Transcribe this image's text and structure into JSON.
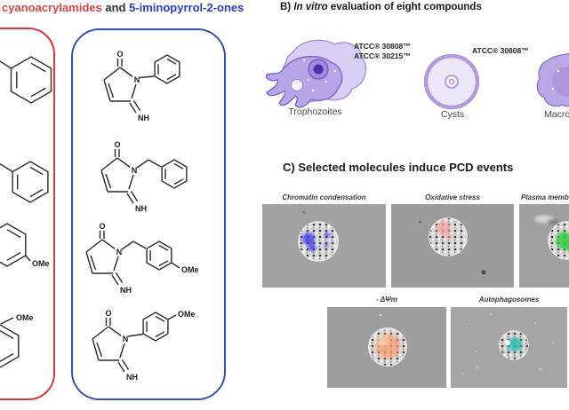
{
  "colors": {
    "red_accent": "#d93a36",
    "blue_accent": "#3452b4",
    "title_red": "#e04343",
    "title_blue": "#2a3bd0",
    "cell_purple": "#b7a5e6",
    "panel_gray": "#9f9f9f"
  },
  "title_a": {
    "red_part": "cyanoacrylamides",
    "mid_part": " and ",
    "blue_part": "5-iminopyrrol-2-ones"
  },
  "section_b": {
    "heading_prefix": "B) ",
    "heading_italic": "In vitro",
    "heading_rest": " evaluation of eight compounds",
    "trophozoites": {
      "label": "Trophozoites",
      "atcc_line1": "ATCC® 30808™",
      "atcc_line2": "ATCC® 30215™"
    },
    "cysts": {
      "label": "Cysts",
      "atcc_line1": "ATCC® 30808™"
    },
    "macrophages": {
      "label": "Macro"
    }
  },
  "section_c": {
    "heading": "C) Selected molecules induce PCD events",
    "row1": [
      {
        "label": "Chromatin condensation",
        "fluor_color": "#3b3bec"
      },
      {
        "label": "Oxidative stress",
        "fluor_color": "#f2a39e"
      },
      {
        "label": "Plasma memb",
        "fluor_color": "#2ecc40"
      }
    ],
    "row2": [
      {
        "label": "- ΔΨm",
        "fluor_color": "#f59d72"
      },
      {
        "label": "Autophagosomes",
        "fluor_color": "#35c0b5"
      }
    ]
  },
  "chemistry": {
    "atom_o": "O",
    "atom_n": "N",
    "atom_nh": "NH",
    "atom_ome": "OMe"
  }
}
